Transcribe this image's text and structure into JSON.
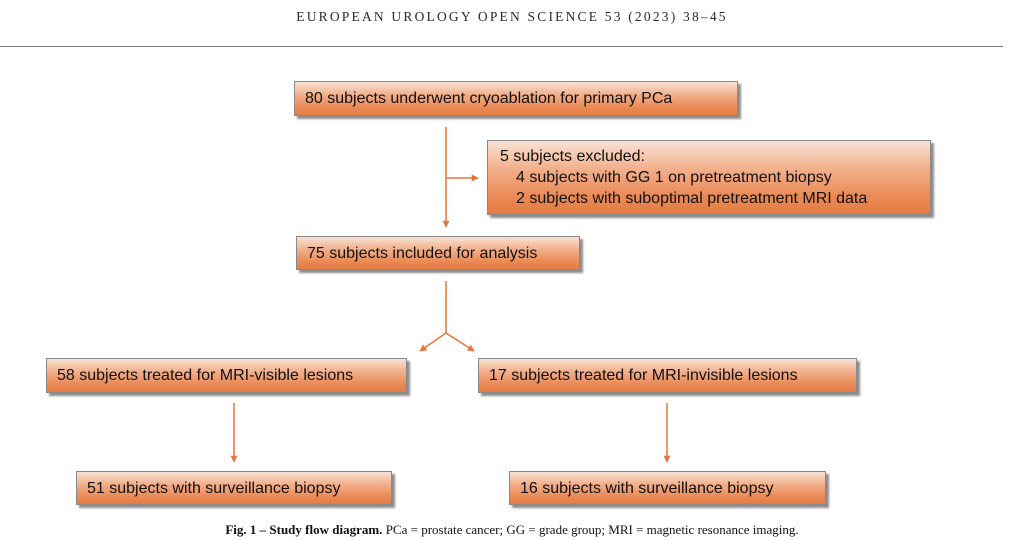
{
  "running_head": "EUROPEAN UROLOGY OPEN SCIENCE 53 (2023) 38–45",
  "flow": {
    "enrolled": "80 subjects underwent cryoablation for primary PCa",
    "excluded": {
      "title": "5 subjects excluded:",
      "reasons": [
        "4 subjects with GG 1 on pretreatment biopsy",
        "2 subjects with suboptimal pretreatment MRI data"
      ]
    },
    "included": "75 subjects included for analysis",
    "visible_arm": "58 subjects treated for MRI-visible lesions",
    "invisible_arm": "17 subjects treated for MRI-invisible lesions",
    "visible_biopsy": "51 subjects with surveillance biopsy",
    "invisible_biopsy": "16 subjects with surveillance biopsy"
  },
  "caption": {
    "label": "Fig. 1 – Study flow diagram.",
    "text": "PCa = prostate cancer; GG = grade group; MRI = magnetic resonance imaging."
  },
  "colors": {
    "arrow": "#e4763c",
    "box_fill_top": "#f9e2d4",
    "box_fill_bottom": "#e47b45",
    "box_border": "#8a8a8a"
  }
}
